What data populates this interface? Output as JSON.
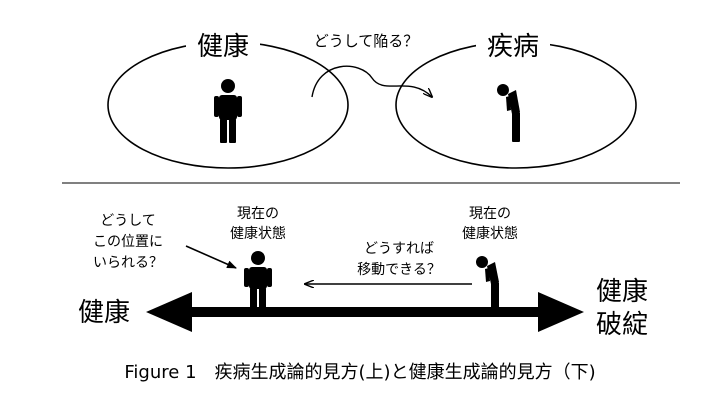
{
  "top": {
    "left_label": "健康",
    "right_label": "疾病",
    "question": "どうして陥る？"
  },
  "bottom": {
    "axis_left": "健康",
    "axis_right_lines": [
      "健康",
      "破綻"
    ],
    "left_question_lines": [
      "どうして",
      "この位置に",
      "いられる？"
    ],
    "left_state_lines": [
      "現在の",
      "健康状態"
    ],
    "right_state_lines": [
      "現在の",
      "健康状態"
    ],
    "move_question_lines": [
      "どうすれば",
      "移動できる？"
    ]
  },
  "caption": "Figure 1　疾病生成論的見方(上)と健康生成論的見方（下)"
}
